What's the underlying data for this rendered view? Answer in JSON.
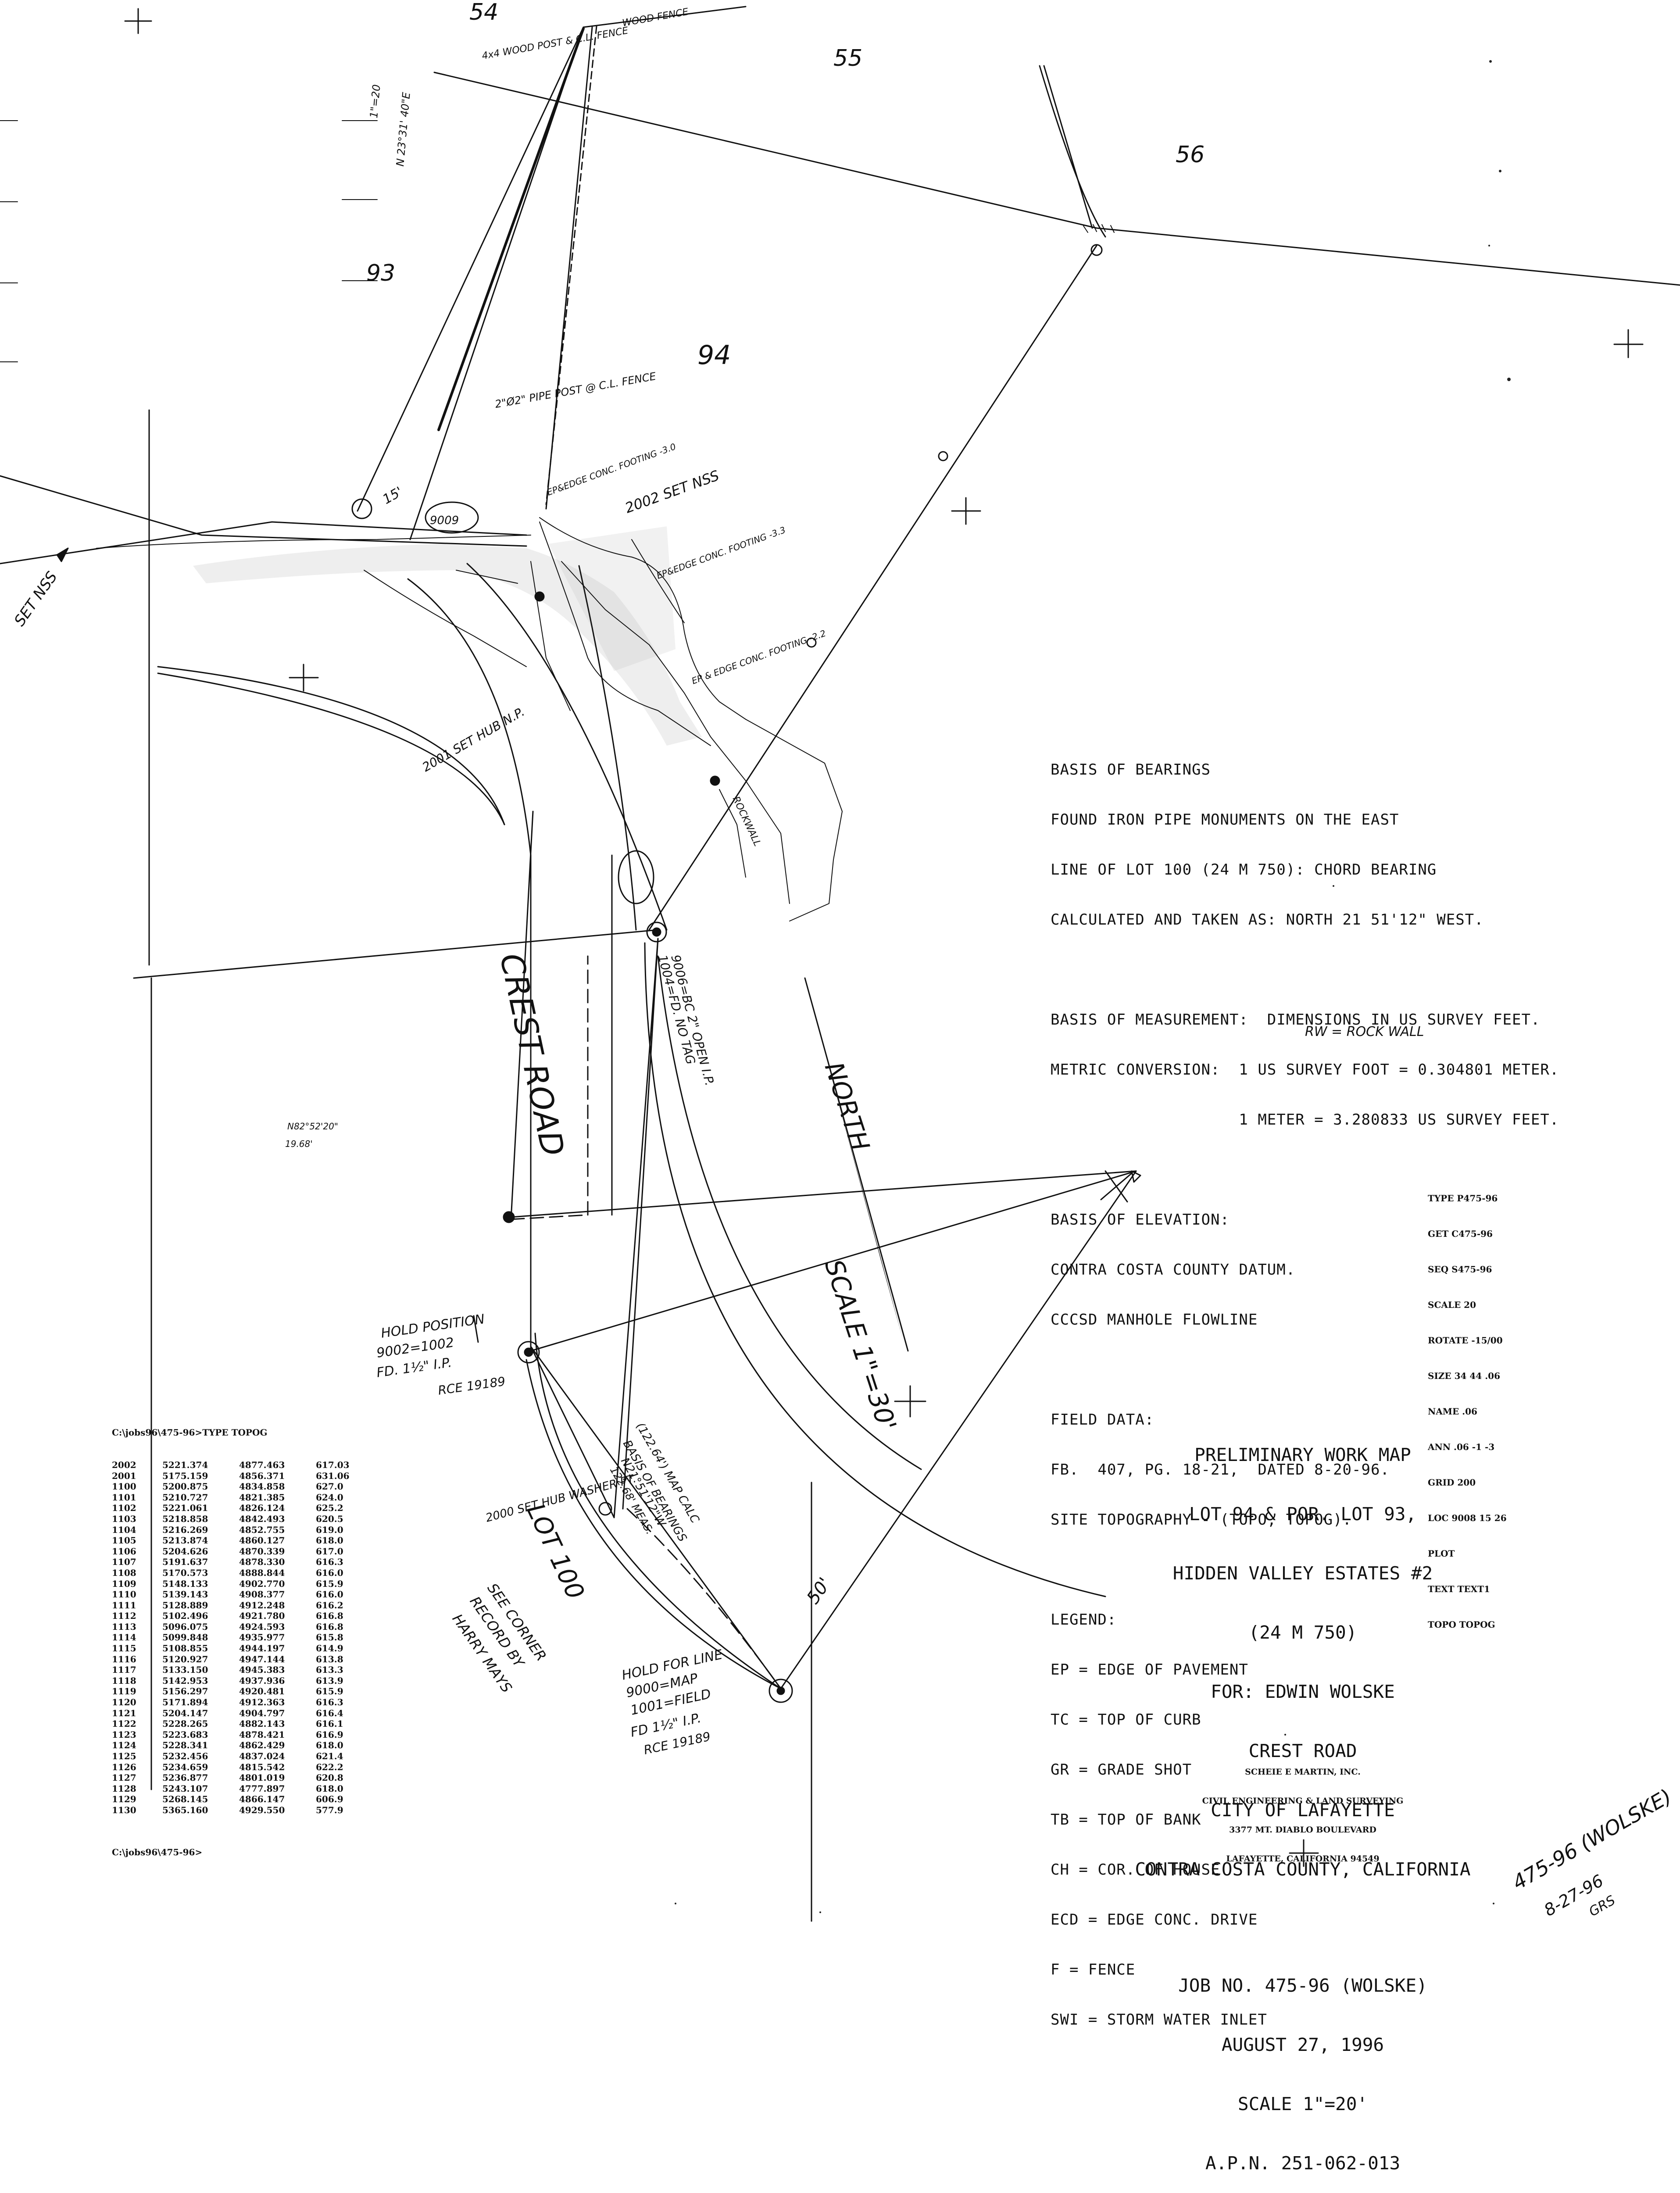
{
  "basis": {
    "bearings_title": "BASIS OF BEARINGS",
    "bearings_lines": [
      "FOUND IRON PIPE MONUMENTS ON THE EAST",
      "LINE OF LOT 100 (24 M 750): CHORD BEARING",
      "CALCULATED AND TAKEN AS: NORTH 21 51'12\" WEST."
    ],
    "measurement_lines": [
      "BASIS OF MEASUREMENT:  DIMENSIONS IN US SURVEY FEET.",
      "METRIC CONVERSION:  1 US SURVEY FOOT = 0.304801 METER.",
      "                    1 METER = 3.280833 US SURVEY FEET."
    ],
    "elevation_lines": [
      "BASIS OF ELEVATION:",
      "CONTRA COSTA COUNTY DATUM.",
      "CCCSD MANHOLE FLOWLINE"
    ],
    "field_lines": [
      "FIELD DATA:",
      "FB.  407, PG. 18-21,  DATED 8-20-96.",
      "SITE TOPOGRAPHY - (TOPO, TOPOG)."
    ],
    "legend_title": "LEGEND:",
    "legend_items": [
      "EP = EDGE OF PAVEMENT",
      "TC = TOP OF CURB",
      "GR = GRADE SHOT",
      "TB = TOP OF BANK",
      "CH = COR. OF HOUSE",
      "ECD = EDGE CONC. DRIVE",
      "F = FENCE",
      "SWI = STORM WATER INLET"
    ],
    "legend_handwritten": "RW = ROCK WALL"
  },
  "commands": [
    "TYPE P475-96",
    "GET C475-96",
    "SEQ S475-96",
    "SCALE 20",
    "ROTATE -15/00",
    "SIZE 34 44 .06",
    "NAME .06",
    "ANN .06 -1 -3",
    "GRID 200",
    "LOC 9008 15 26",
    "PLOT",
    "TEXT TEXT1",
    "TOPO TOPOG"
  ],
  "title_block": {
    "lines": [
      "PRELIMINARY WORK MAP",
      "LOT 94 & POR. LOT 93,",
      "HIDDEN VALLEY ESTATES #2",
      "(24 M 750)",
      "FOR: EDWIN WOLSKE",
      "CREST ROAD",
      "CITY OF LAFAYETTE",
      "CONTRA COSTA COUNTY, CALIFORNIA"
    ],
    "job_lines": [
      "JOB NO. 475-96 (WOLSKE)",
      "AUGUST 27, 1996",
      "SCALE 1\"=20'",
      "A.P.N. 251-062-013"
    ]
  },
  "firm": [
    "SCHEIE E MARTIN, INC.",
    "CIVIL ENGINEERING & LAND SURVEYING",
    "3377 MT. DIABLO BOULEVARD",
    "LAFAYETTE, CALIFORNIA 94549"
  ],
  "points_table": {
    "header": "C:\\jobs96\\475-96>TYPE TOPOG",
    "rows": [
      [
        "2002",
        "5221.374",
        "4877.463",
        "617.03"
      ],
      [
        "2001",
        "5175.159",
        "4856.371",
        "631.06"
      ],
      [
        "1100",
        "5200.875",
        "4834.858",
        "627.0"
      ],
      [
        "1101",
        "5210.727",
        "4821.385",
        "624.0"
      ],
      [
        "1102",
        "5221.061",
        "4826.124",
        "625.2"
      ],
      [
        "1103",
        "5218.858",
        "4842.493",
        "620.5"
      ],
      [
        "1104",
        "5216.269",
        "4852.755",
        "619.0"
      ],
      [
        "1105",
        "5213.874",
        "4860.127",
        "618.0"
      ],
      [
        "1106",
        "5204.626",
        "4870.339",
        "617.0"
      ],
      [
        "1107",
        "5191.637",
        "4878.330",
        "616.3"
      ],
      [
        "1108",
        "5170.573",
        "4888.844",
        "616.0"
      ],
      [
        "1109",
        "5148.133",
        "4902.770",
        "615.9"
      ],
      [
        "1110",
        "5139.143",
        "4908.377",
        "616.0"
      ],
      [
        "1111",
        "5128.889",
        "4912.248",
        "616.2"
      ],
      [
        "1112",
        "5102.496",
        "4921.780",
        "616.8"
      ],
      [
        "1113",
        "5096.075",
        "4924.593",
        "616.8"
      ],
      [
        "1114",
        "5099.848",
        "4935.977",
        "615.8"
      ],
      [
        "1115",
        "5108.855",
        "4944.197",
        "614.9"
      ],
      [
        "1116",
        "5120.927",
        "4947.144",
        "613.8"
      ],
      [
        "1117",
        "5133.150",
        "4945.383",
        "613.3"
      ],
      [
        "1118",
        "5142.953",
        "4937.936",
        "613.9"
      ],
      [
        "1119",
        "5156.297",
        "4920.481",
        "615.9"
      ],
      [
        "1120",
        "5171.894",
        "4912.363",
        "616.3"
      ],
      [
        "1121",
        "5204.147",
        "4904.797",
        "616.4"
      ],
      [
        "1122",
        "5228.265",
        "4882.143",
        "616.1"
      ],
      [
        "1123",
        "5223.683",
        "4878.421",
        "616.9"
      ],
      [
        "1124",
        "5228.341",
        "4862.429",
        "618.0"
      ],
      [
        "1125",
        "5232.456",
        "4837.024",
        "621.4"
      ],
      [
        "1126",
        "5234.659",
        "4815.542",
        "622.2"
      ],
      [
        "1127",
        "5236.877",
        "4801.019",
        "620.8"
      ],
      [
        "1128",
        "5243.107",
        "4777.897",
        "618.0"
      ],
      [
        "1129",
        "5268.145",
        "4866.147",
        "606.9"
      ],
      [
        "1130",
        "5365.160",
        "4929.550",
        "577.9"
      ]
    ],
    "footer": "C:\\jobs96\\475-96>"
  },
  "map_labels": {
    "lot_54": "54",
    "lot_55": "55",
    "lot_56": "56",
    "lot_93": "93",
    "lot_94": "94",
    "lot_100": "LOT 100",
    "crest_road": "CREST ROAD",
    "north": "NORTH",
    "scale": "SCALE 1\"=30'",
    "set_nss": "SET NSS",
    "set_nss_2002": "2002 SET NSS",
    "set_hub_2001": "2001 SET HUB N.P.",
    "set_hub_2000": "2000 SET HUB WASHER PT.",
    "hold_position": "HOLD POSITION",
    "hold_9002": "9002=1002",
    "fd_ip_1": "FD. 1½\" I.P.",
    "rce_1": "RCE 19189",
    "hold_for_line": "HOLD FOR LINE",
    "hold_9000": "9000=MAP",
    "hold_1001": "1001=FIELD",
    "fd_ip_2": "FD 1½\" I.P.",
    "rce_2": "RCE 19189",
    "bc_note": "9006=BC 2\" OPEN I.P.",
    "bc_note2": "1004=FD. NO TAG",
    "basis_arc": "BASIS OF BEARINGS",
    "map_calc": "(122.64') MAP CALC",
    "n21": "N21°51'12\"W",
    "meas": "122.68' MEAS.",
    "see_corner": "SEE CORNER",
    "record_by": "RECORD BY",
    "harry_mays": "HARRY MAYS",
    "fence_post": "2\"Ø2\" PIPE POST @ C.L. FENCE",
    "fence_post_2": "4x4 WOOD POST & C.L. FENCE",
    "wood_fence": "WOOD FENCE",
    "ep_footing_1": "EP&EDGE CONC. FOOTING -3.0",
    "ep_footing_2": "EP&EDGE CONC. FOOTING -3.3",
    "ep_footing_3": "EP & EDGE CONC. FOOTING -2.2",
    "rockwall": "ROCKWALL",
    "dist_50": "50'",
    "dist_15": "15'",
    "bearing_top": "N 23°31' 40\"E",
    "side_1_20": "1\"=20",
    "small_bearing": "N82°52'20\"",
    "small_dist": "19.68'",
    "handwritten_job": "475-96 (WOLSKE)",
    "handwritten_date": "8-27-96",
    "handwritten_init": "GRS",
    "label_9009": "9009"
  }
}
